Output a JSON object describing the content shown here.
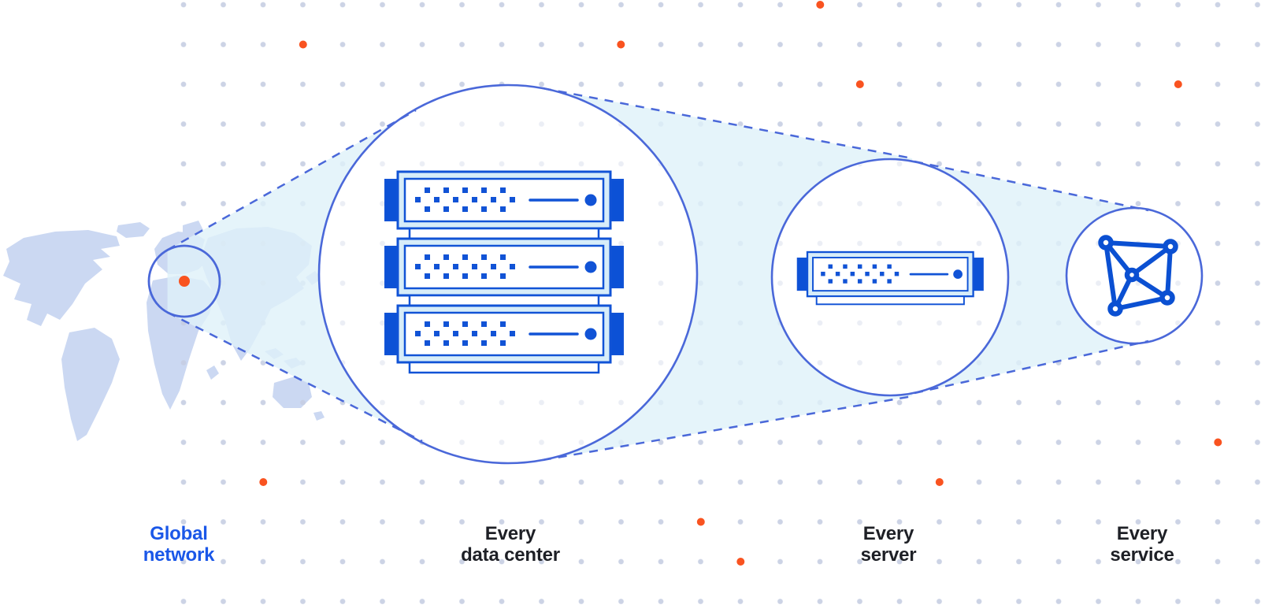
{
  "stages": [
    {
      "name": "global-network",
      "label": "Global\nnetwork",
      "icon": "world-map-marker-icon",
      "label_color": "blue"
    },
    {
      "name": "every-data-center",
      "label": "Every\ndata center",
      "icon": "server-stack-icon",
      "label_color": "dark"
    },
    {
      "name": "every-server",
      "label": "Every\nserver",
      "icon": "server-icon",
      "label_color": "dark"
    },
    {
      "name": "every-service",
      "label": "Every\nservice",
      "icon": "network-mesh-icon",
      "label_color": "dark"
    }
  ],
  "colors": {
    "accent_orange": "#F95320",
    "icon_blue": "#1153D6",
    "outline_blue": "#4A68D9",
    "label_blue": "#1A57E8",
    "label_dark": "#1E2026",
    "cone_fill": "#DEF1F9",
    "map_fill": "#CBD8F2",
    "grid_dot": "#C5CDE2",
    "server_panel_fill": "#D7EDF9"
  }
}
